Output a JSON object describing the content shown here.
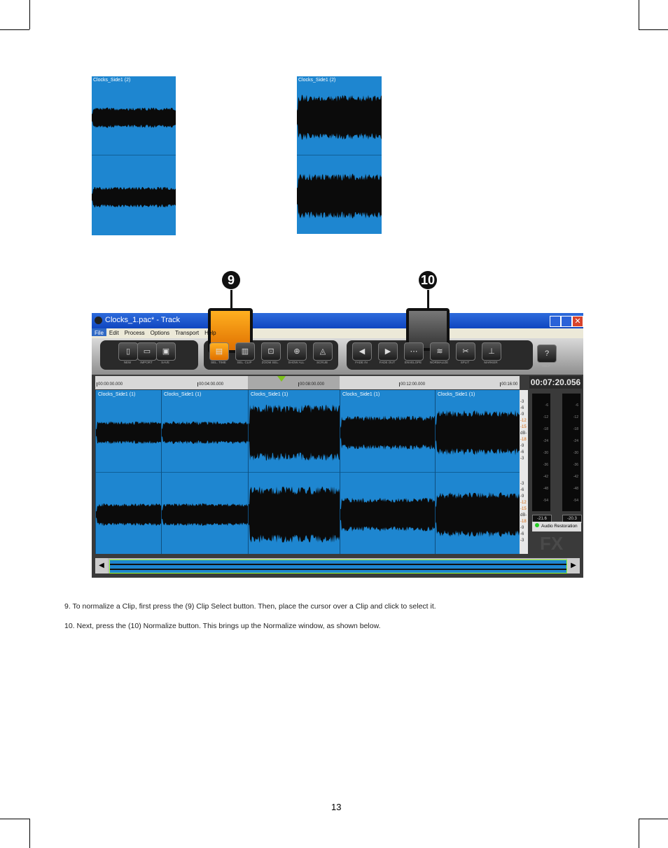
{
  "thumbnails": [
    {
      "label": "Clocks_Side1 (2)",
      "state": "before"
    },
    {
      "label": "Clocks_Side1 (2)",
      "state": "after"
    }
  ],
  "callouts": [
    "9",
    "10"
  ],
  "app": {
    "title": "Clocks_1.pac* - Track",
    "menu": [
      "File",
      "Edit",
      "Process",
      "Options",
      "Transport",
      "Help"
    ],
    "toolbar": {
      "file": [
        {
          "label": "NEW",
          "icon": "new-file-icon"
        },
        {
          "label": "IMPORT",
          "icon": "folder-icon"
        },
        {
          "label": "SAVE",
          "icon": "floppy-icon"
        }
      ],
      "select": [
        {
          "label": "SEL. TIME",
          "icon": "select-time-icon"
        },
        {
          "label": "SEL. CLIP",
          "icon": "select-clip-icon"
        },
        {
          "label": "ZOOM SEL.",
          "icon": "zoom-selection-icon"
        },
        {
          "label": "SHOW ALL",
          "icon": "show-all-icon"
        },
        {
          "label": "SCRUB",
          "icon": "scrub-icon"
        }
      ],
      "edit": [
        {
          "label": "FADE IN",
          "icon": "fade-in-icon"
        },
        {
          "label": "FADE OUT",
          "icon": "fade-out-icon"
        },
        {
          "label": "ENVELOPE",
          "icon": "envelope-icon"
        },
        {
          "label": "NORMALIZE",
          "icon": "normalize-icon"
        },
        {
          "label": "SPLIT",
          "icon": "scissors-icon"
        },
        {
          "label": "MARKER",
          "icon": "marker-icon"
        }
      ],
      "help": "HELP"
    },
    "ruler": [
      "00:00:00.000",
      "00:04:00.000",
      "00:08:00.000",
      "00:12:00.000",
      "00:16:00"
    ],
    "time": "00:07:20.056",
    "clips": [
      {
        "label": "Clocks_Side1 (1)",
        "amp": 0.3
      },
      {
        "label": "Clocks_Side1 (1)",
        "amp": 0.3
      },
      {
        "label": "Clocks_Side1 (1)",
        "amp": 0.75
      },
      {
        "label": "Clocks_Side1 (1)",
        "amp": 0.45
      },
      {
        "label": "Clocks_Side1 (1)",
        "amp": 0.6
      }
    ],
    "db_scale": [
      "-3",
      "-6",
      "-9",
      "-12",
      "-15",
      "dB-",
      "-18",
      "-9",
      "-6",
      "-3"
    ],
    "meter_scale": [
      "-6",
      "-12",
      "-18",
      "-24",
      "-30",
      "-36",
      "-42",
      "-48",
      "-54"
    ],
    "meter_values": [
      "-21.6",
      "-20.3"
    ],
    "fx_label": "Audio Restoration",
    "fx_watermark": "FX"
  },
  "instructions": [
    "9. To normalize a Clip, first press the (9) Clip Select button. Then, place the cursor over a Clip and click to select it.",
    "10. Next, press the (10) Normalize button. This brings up the Normalize window, as shown below."
  ],
  "page_number": "13"
}
